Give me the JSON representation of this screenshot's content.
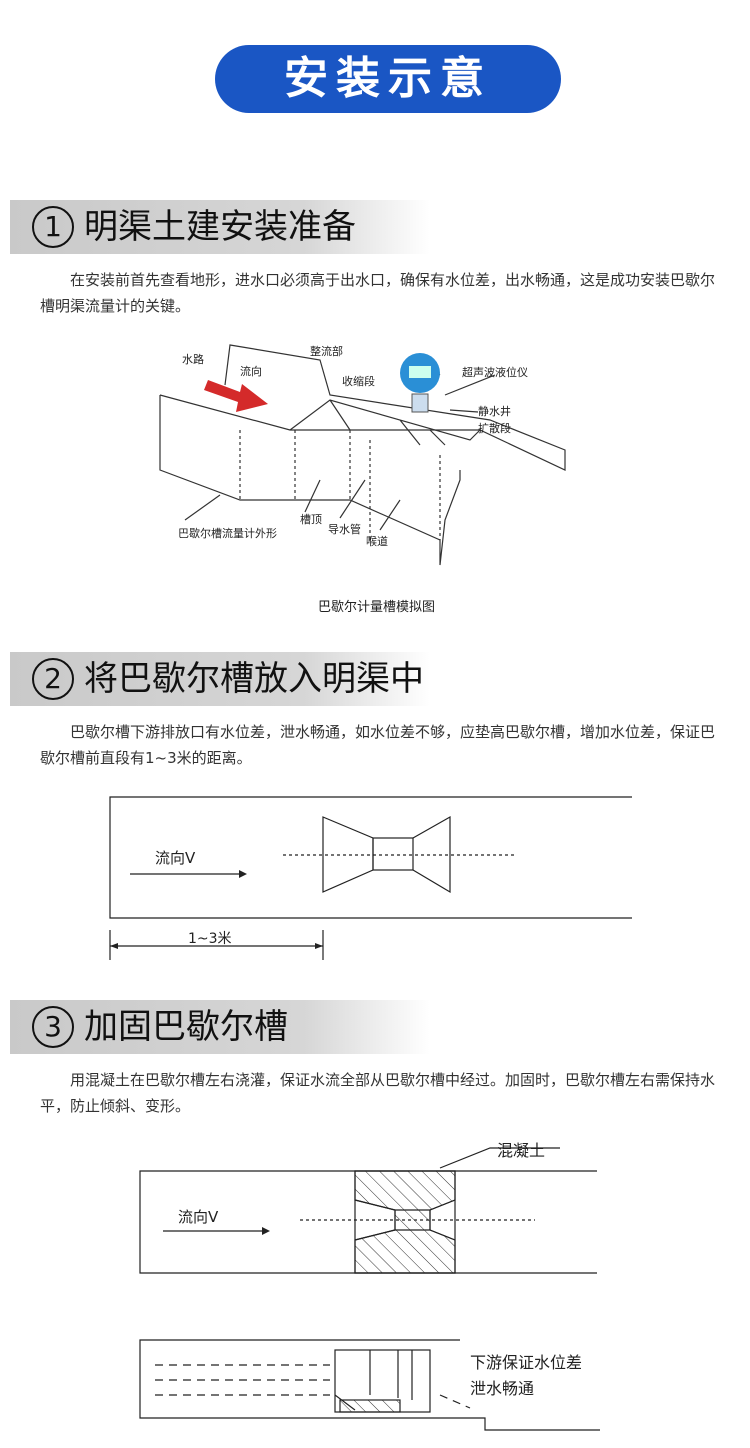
{
  "header": {
    "title": "安装示意"
  },
  "sections": [
    {
      "number": "1",
      "title": "明渠土建安装准备",
      "text": "在安装前首先查看地形，进水口必须高于出水口，确保有水位差，出水畅通，这是成功安装巴歇尔槽明渠流量计的关键。",
      "figure": {
        "labels": {
          "water_path": "水路",
          "flow_direction": "流向",
          "rectifier": "整流部",
          "contraction": "收缩段",
          "ultrasonic": "超声波液位仪",
          "stilling_well": "静水井",
          "diffusion": "扩散段",
          "outline": "巴歇尔槽流量计外形",
          "trough_top": "槽顶",
          "guide_pipe": "导水管",
          "throat": "喉道"
        },
        "caption": "巴歇尔计量槽模拟图"
      }
    },
    {
      "number": "2",
      "title": "将巴歇尔槽放入明渠中",
      "text": "巴歇尔槽下游排放口有水位差，泄水畅通，如水位差不够，应垫高巴歇尔槽，增加水位差，保证巴歇尔槽前直段有1~3米的距离。",
      "figure": {
        "flow_label": "流向V",
        "distance_label": "1~3米"
      }
    },
    {
      "number": "3",
      "title": "加固巴歇尔槽",
      "text": "用混凝土在巴歇尔槽左右浇灌，保证水流全部从巴歇尔槽中经过。加固时，巴歇尔槽左右需保持水平，防止倾斜、变形。",
      "figure": {
        "flow_label": "流向V",
        "concrete_label": "混凝土",
        "side_label_1": "下游保证水位差",
        "side_label_2": "泄水畅通"
      }
    }
  ],
  "colors": {
    "accent": "#1a56c4",
    "arrow": "#d42a2a"
  }
}
